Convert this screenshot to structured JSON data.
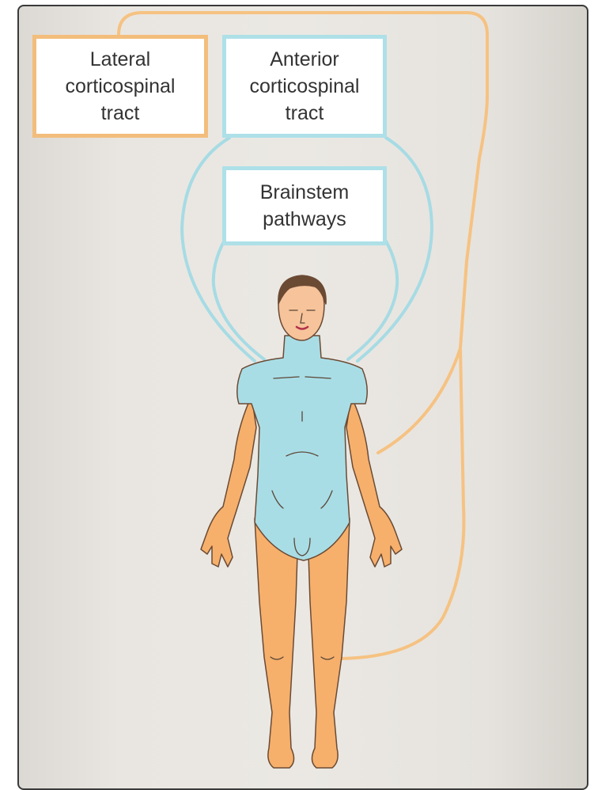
{
  "labels": {
    "lateral": [
      "Lateral",
      "corticospinal",
      "tract"
    ],
    "anterior": [
      "Anterior",
      "corticospinal",
      "tract"
    ],
    "brainstem": [
      "Brainstem",
      "pathways"
    ]
  },
  "colors": {
    "lateral_pathway": "#f3bd7c",
    "medial_pathway": "#aee0e8",
    "limb_skin": "#f6b06c",
    "trunk_region": "#a9dde6",
    "outline": "#6b4a34"
  }
}
